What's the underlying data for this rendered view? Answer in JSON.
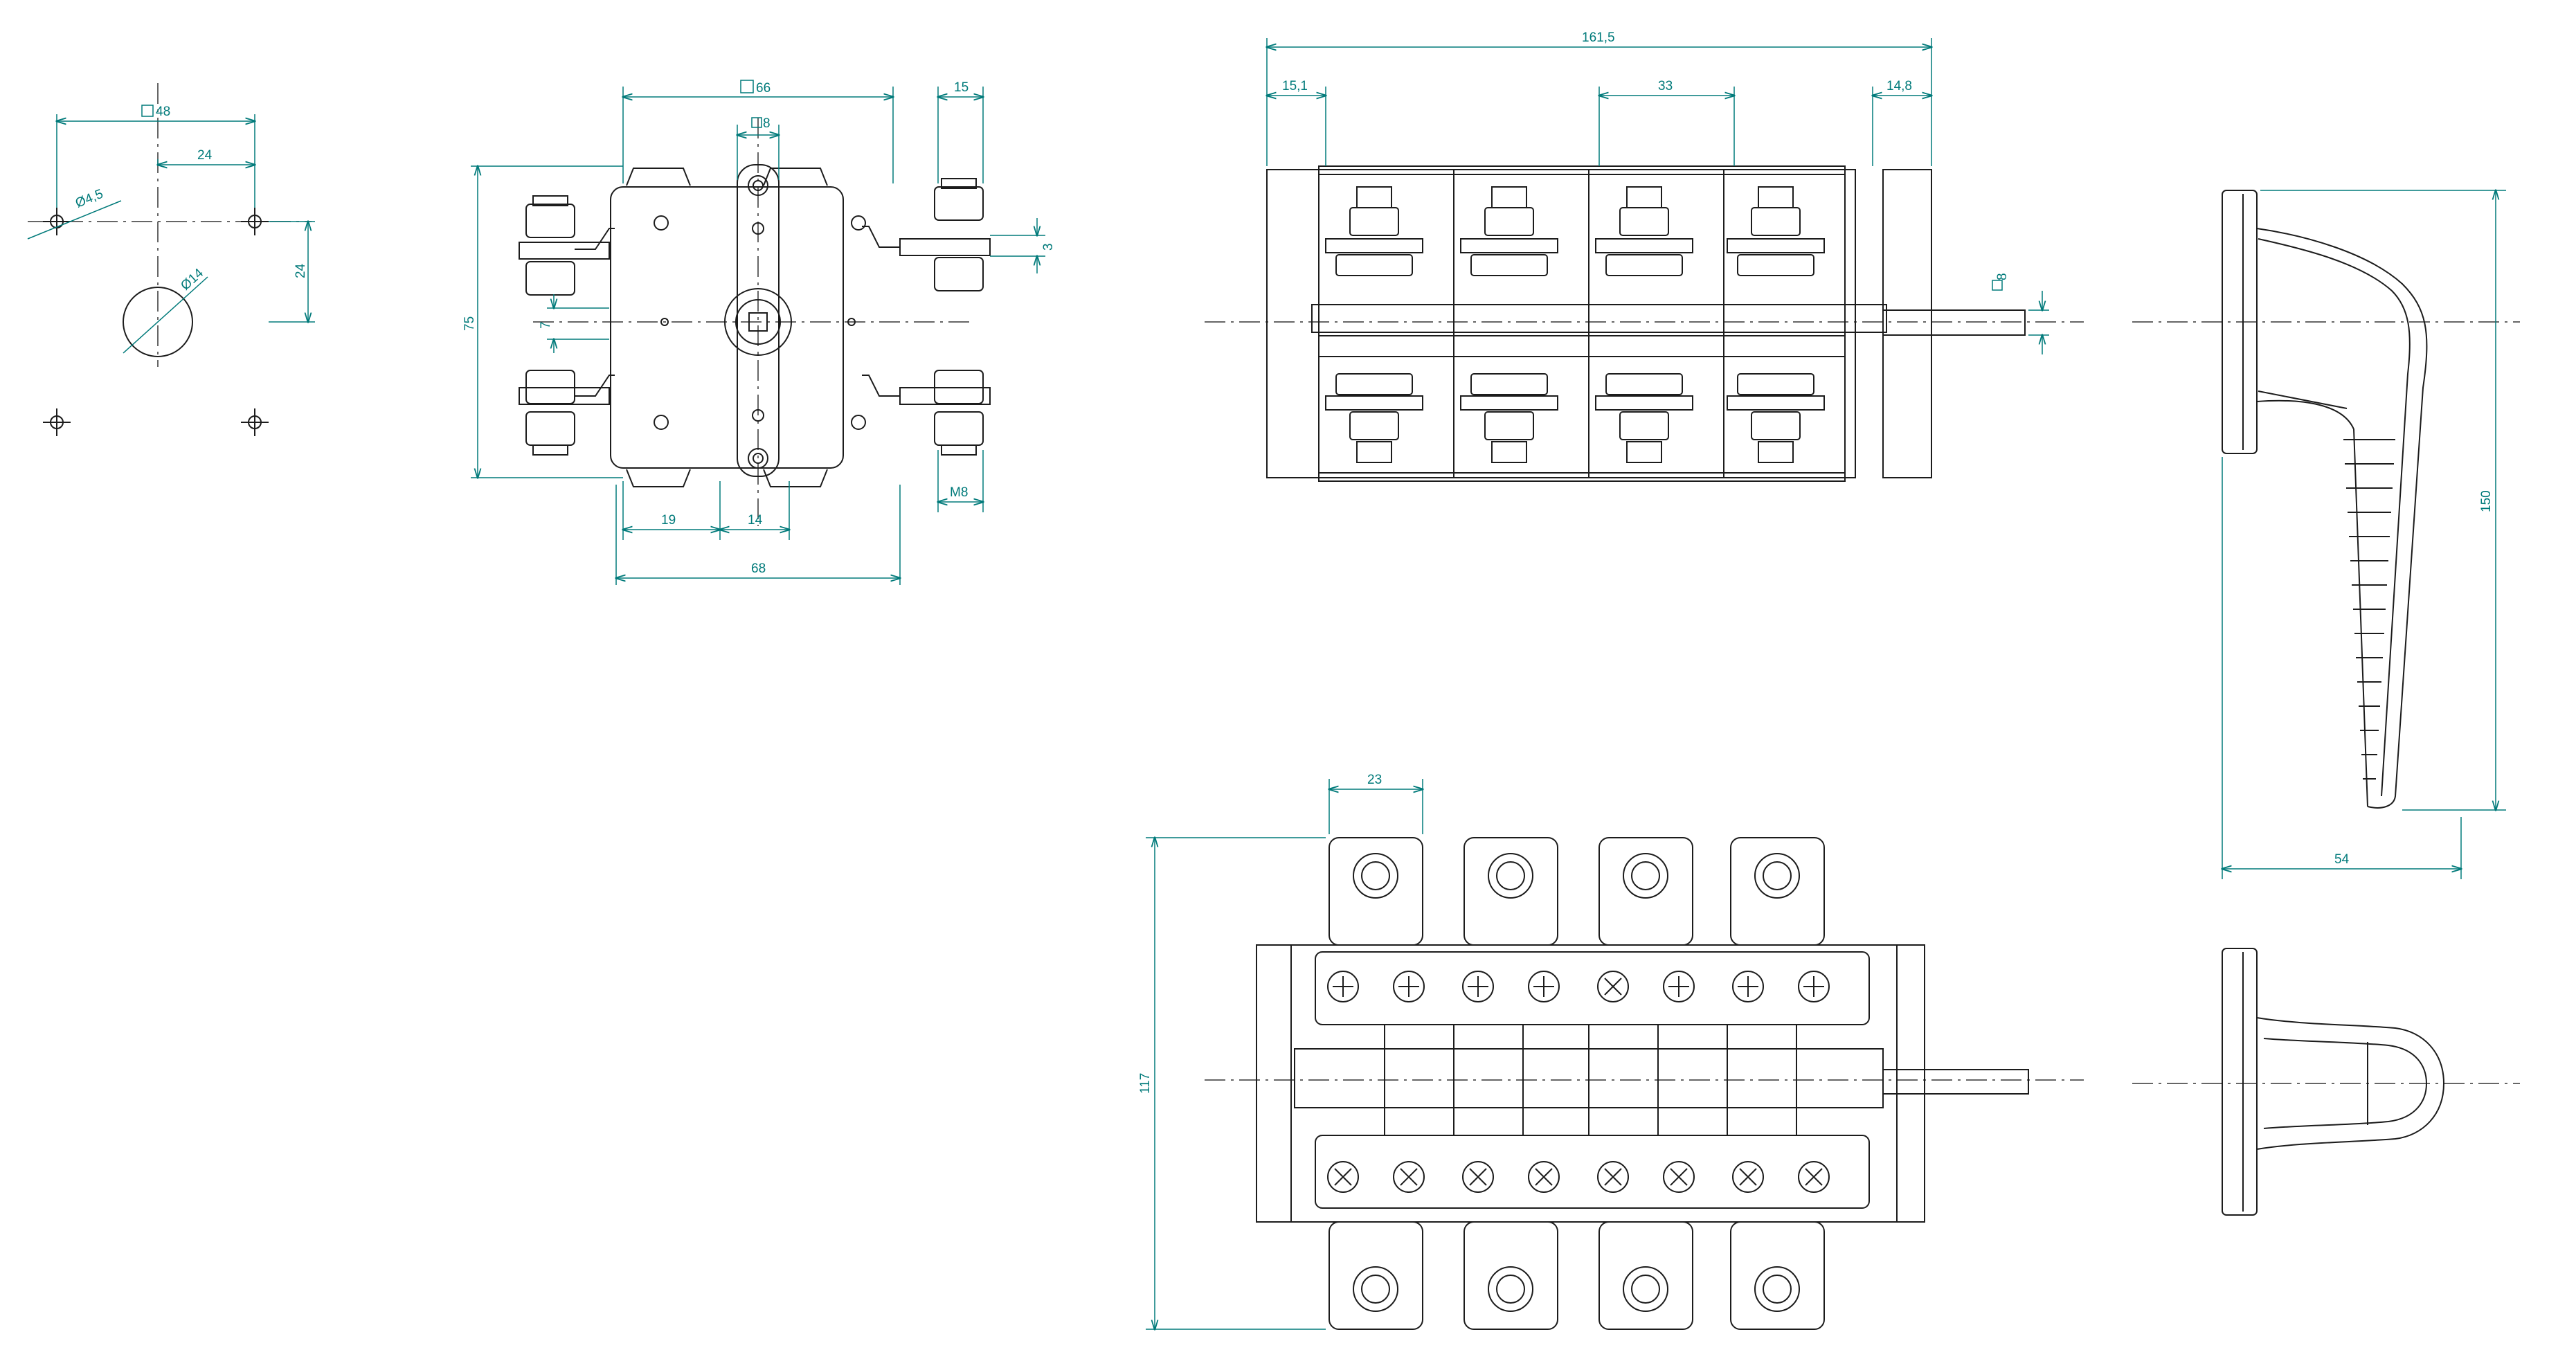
{
  "drawing": {
    "colors": {
      "outline": "#1c1c1c",
      "dimension": "#007a7a",
      "centerline": "#333333"
    }
  },
  "mounting_view": {
    "square_48": "48",
    "spacing_24_top": "24",
    "spacing_24_side": "24",
    "hole_dia": "Ø4,5",
    "shaft_dia": "Ø14"
  },
  "front_view": {
    "square_66": "66",
    "square_8": "8",
    "dim_15": "15",
    "dim_3": "3",
    "dim_75": "75",
    "dim_7": "7",
    "dim_19": "19",
    "dim_14": "14",
    "dim_68": "68",
    "dim_m8": "M8"
  },
  "side_view": {
    "dim_161_5": "161,5",
    "dim_15_1": "15,1",
    "dim_33": "33",
    "dim_14_8": "14,8",
    "square_8": "8"
  },
  "top_view": {
    "dim_23": "23",
    "dim_117": "117"
  },
  "handle_view": {
    "dim_150": "150",
    "dim_54": "54"
  }
}
